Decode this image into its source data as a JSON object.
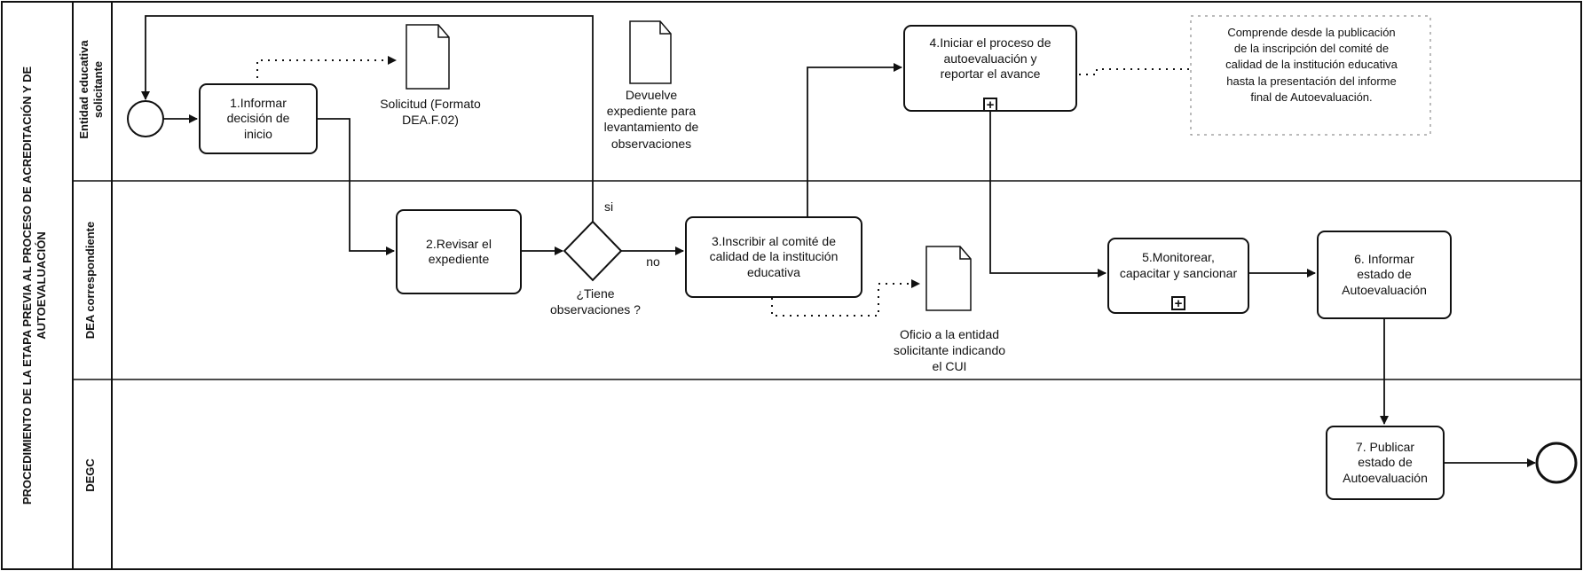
{
  "pool": {
    "title": "PROCEDIMIENTO DE LA ETAPA PREVIA AL PROCESO DE ACREDITACIÓN Y DE\nAUTOEVALUACIÓN"
  },
  "lanes": [
    {
      "label": "Entidad educativa\nsolicitante"
    },
    {
      "label": "DEA correspondiente"
    },
    {
      "label": "DEGC"
    }
  ],
  "tasks": {
    "t1": "1.Informar\ndecisión de\ninicio",
    "t2": "2.Revisar el\nexpediente",
    "t3": "3.Inscribir al comité de\ncalidad de la institución\neducativa",
    "t4": "4.Iniciar el proceso de\nautoevaluación y\nreportar el avance",
    "t5": "5.Monitorear,\ncapacitar y sancionar",
    "t6": "6. Informar\nestado de\nAutoevaluación",
    "t7": "7. Publicar\nestado de\nAutoevaluación"
  },
  "gateway": {
    "question": "¿Tiene\nobservaciones ?",
    "yes": "si",
    "no": "no"
  },
  "documents": {
    "solicitud": "Solicitud (Formato\nDEA.F.02)",
    "devuelve": "Devuelve\nexpediente para\nlevantamiento de\nobservaciones",
    "oficio": "Oficio a la entidad\nsolicitante indicando\nel CUI"
  },
  "annotation": "Comprende desde la publicación\nde la inscripción del comité de\ncalidad de la institución educativa\nhasta la presentación del informe\nfinal de Autoevaluación.",
  "subprocess_marker": "+"
}
